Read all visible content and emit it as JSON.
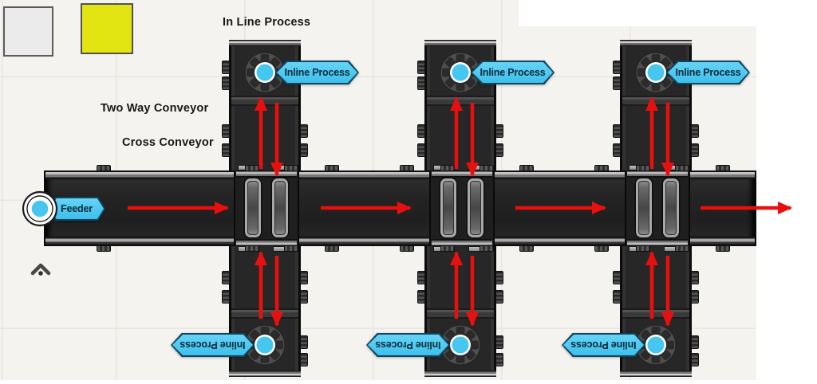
{
  "annotations": {
    "in_line_process": "In Line Process",
    "two_way_conveyor": "Two Way Conveyor",
    "cross_conveyor": "Cross Conveyor"
  },
  "tags": {
    "feeder": "Feeder",
    "inline_process": "Inline Process"
  },
  "legend": {
    "gray_square_color": "#ebebeb",
    "yellow_square_color": "#e3e512"
  },
  "colors": {
    "canvas_bg": "#f4f3ef",
    "grid_line": "#e9e6e1",
    "tag_fill": "#4cc6f0",
    "tag_border": "#0f465e",
    "tag_text": "#0a2a3a",
    "flow_arrow_red": "#e8100e",
    "conveyor_body": "#242424",
    "station_center_cyan": "#45c7f0"
  },
  "icons": {
    "station": "gear-icon",
    "feeder": "target-rings-icon",
    "flow": "red-arrow-icon",
    "view_control": "chevron-up-icon"
  }
}
